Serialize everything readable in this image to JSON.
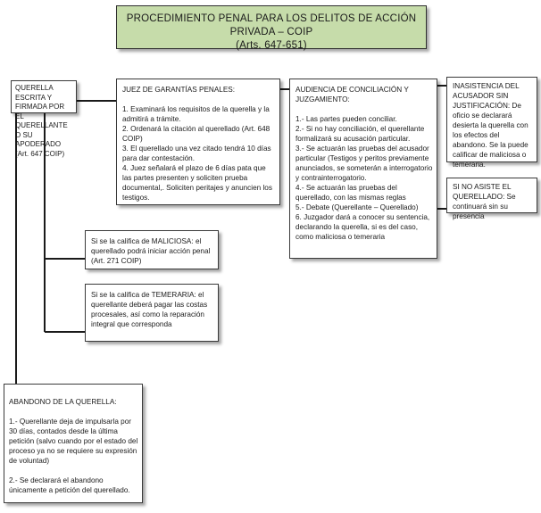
{
  "title": {
    "line1": "PROCEDIMIENTO PENAL PARA LOS DELITOS DE ACCIÓN PRIVADA – COIP",
    "line2": "(Arts. 647-651)"
  },
  "querella": {
    "text": "QUERELLA ESCRITA Y FIRMADA POR EL QUERELLANTE O SU APODERADO (Art. 647 COIP)"
  },
  "juez": {
    "heading": "JUEZ DE GARANTÍAS PENALES:",
    "items": [
      "1. Examinará los requisitos de la querella y la admitirá a trámite.",
      "2. Ordenará la citación al querellado (Art. 648 COIP)",
      "3. El querellado una vez citado tendrá 10 días para dar contestación.",
      "4. Juez señalará el plazo de 6 días pata que las partes presenten y soliciten prueba documental,. Soliciten peritajes y anuncien los testigos."
    ]
  },
  "audiencia": {
    "heading": "AUDIENCIA DE CONCILIACIÓN Y JUZGAMIENTO:",
    "items": [
      "1.- Las partes pueden conciliar.",
      "2.- Si no hay conciliación, el querellante formalizará su acusación particular.",
      "3.- Se actuarán las pruebas del acusador particular (Testigos y peritos previamente anunciados, se someterán a interrogatorio y contrainterrogatorio.",
      "4.- Se actuarán las pruebas del querellado, con las mismas reglas",
      "5.- Debate (Querellante – Querellado)",
      "6. Juzgador dará a conocer su sentencia, declarando la querella, si es del caso, como maliciosa o temeraria"
    ]
  },
  "inasistencia": {
    "text": "INASISTENCIA DEL ACUSADOR SIN JUSTIFICACIÓN: De oficio se declarará desierta la querella con los efectos del abandono. Se la puede calificar de maliciosa o temeraria."
  },
  "no_asiste": {
    "text": "SI NO ASISTE EL QUERELLADO: Se continuará sin su presencia"
  },
  "maliciosa": {
    "text": "Si se la califica de MALICIOSA: el querellado podrá iniciar acción penal (Art. 271 COIP)"
  },
  "temeraria": {
    "text": "Si se la califica de TEMERARIA: el querellante deberá pagar las costas procesales, así como la reparación integral que corresponda"
  },
  "abandono": {
    "heading": "ABANDONO DE LA QUERELLA:",
    "items": [
      "1.- Querellante deja de impulsarla por 30 días, contados desde la última petición (salvo cuando por el estado del proceso ya no se requiere su expresión de voluntad)",
      "2.- Se declarará el abandono únicamente a petición del querellado."
    ]
  },
  "colors": {
    "title_fill": "#c6dcaa",
    "line": "#1a1a1a",
    "box_border": "#3a3a3a"
  }
}
